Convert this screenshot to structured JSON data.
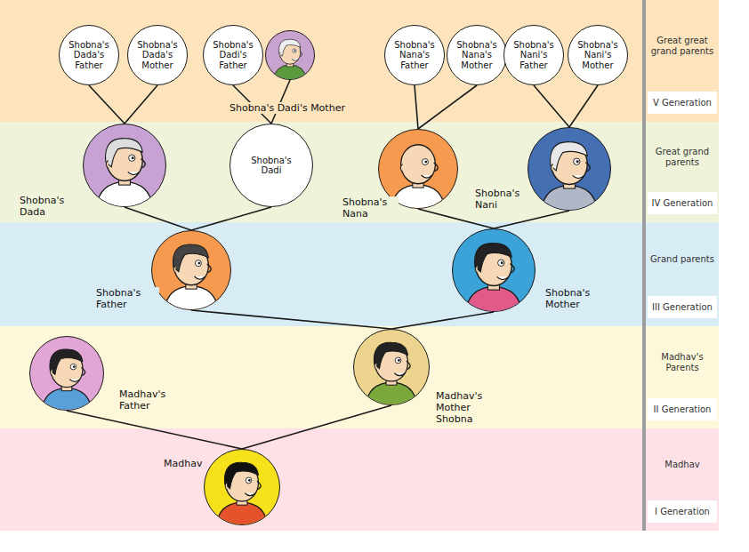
{
  "diagram": {
    "nodes": [
      {
        "text": [
          "Great great grand parents",
          "V Generation"
        ]
      },
      {
        "text": [
          "Shobna's Dada's Father"
        ],
        "in": 0
      },
      {
        "text": [
          "Shobna's Dada's Mother"
        ],
        "in": 0
      },
      {
        "text": [
          "Shobna's Dadi's Father"
        ],
        "in": 0
      },
      {
        "text": [
          "Shobna's Dadi's Mother"
        ],
        "in": 0
      },
      {
        "text": [
          "Shobna's Nana's Father"
        ],
        "in": 0
      },
      {
        "text": [
          "Shobna's Nana's Mother"
        ],
        "in": 0
      },
      {
        "text": [
          "Shobna's Nani's Father"
        ],
        "in": 0
      },
      {
        "text": [
          "Shobna's Nani's Mother"
        ],
        "in": 0
      },
      {
        "text": [
          "Great grand parents",
          "IV Generation"
        ]
      },
      {
        "text": [
          "Shobna's Dada"
        ],
        "in": 9
      },
      {
        "text": [
          "Shobna's Dadi"
        ],
        "in": 9
      },
      {
        "text": [
          "Shobna's Nana"
        ],
        "in": 9
      },
      {
        "text": [
          "Shobna's Nani"
        ],
        "in": 9
      },
      {
        "text": [
          "Grand parents",
          "III Generation"
        ]
      },
      {
        "text": [
          "Shobna's Father"
        ],
        "in": 14
      },
      {
        "text": [
          "Shobna's Mother"
        ],
        "in": 14
      },
      {
        "text": [
          "Madhav's Parents",
          "II Generation"
        ]
      },
      {
        "text": [
          "Madhav's Father"
        ],
        "in": 17
      },
      {
        "text": [
          "Madhav's Mother Shobna"
        ],
        "in": 17
      },
      {
        "text": [
          "Madhav",
          "I Generation"
        ]
      },
      {
        "text": [
          "Madhav"
        ],
        "in": 20
      }
    ],
    "edges": [
      {
        "from": 1,
        "to": 10,
        "arrow": "none"
      },
      {
        "from": 2,
        "to": 10,
        "arrow": "none"
      },
      {
        "from": 3,
        "to": 11,
        "arrow": "none"
      },
      {
        "from": 4,
        "to": 11,
        "arrow": "none"
      },
      {
        "from": 5,
        "to": 12,
        "arrow": "none"
      },
      {
        "from": 6,
        "to": 12,
        "arrow": "none"
      },
      {
        "from": 7,
        "to": 13,
        "arrow": "none"
      },
      {
        "from": 8,
        "to": 13,
        "arrow": "none"
      },
      {
        "from": 10,
        "to": 15,
        "arrow": "none"
      },
      {
        "from": 11,
        "to": 15,
        "arrow": "none"
      },
      {
        "from": 12,
        "to": 16,
        "arrow": "none"
      },
      {
        "from": 13,
        "to": 16,
        "arrow": "none"
      },
      {
        "from": 15,
        "to": 19,
        "arrow": "none"
      },
      {
        "from": 16,
        "to": 19,
        "arrow": "none"
      },
      {
        "from": 18,
        "to": 21,
        "arrow": "none"
      },
      {
        "from": 19,
        "to": 21,
        "arrow": "none"
      }
    ]
  }
}
